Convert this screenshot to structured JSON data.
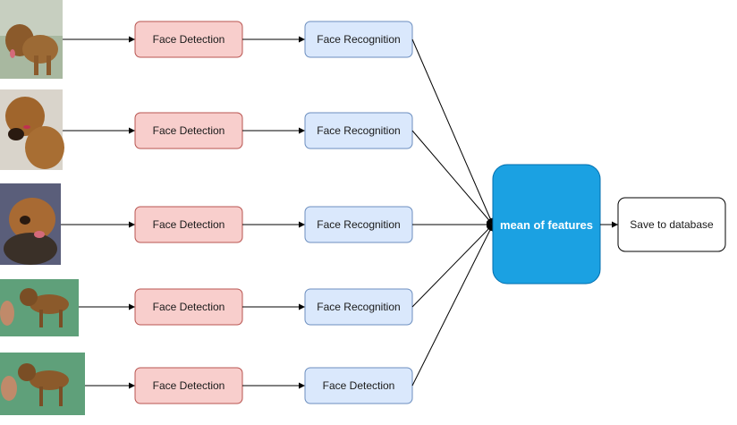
{
  "rows": [
    {
      "image": "dog-photo-1",
      "detect_label": "Face Detection",
      "second_label": "Face Recognition"
    },
    {
      "image": "dog-photo-2",
      "detect_label": "Face Detection",
      "second_label": "Face Recognition"
    },
    {
      "image": "dog-photo-3",
      "detect_label": "Face Detection",
      "second_label": "Face Recognition"
    },
    {
      "image": "dog-photo-4",
      "detect_label": "Face Detection",
      "second_label": "Face Recognition"
    },
    {
      "image": "dog-photo-5",
      "detect_label": "Face Detection",
      "second_label": "Face Detection"
    }
  ],
  "center": {
    "label": "mean of features"
  },
  "output": {
    "label": "Save to database"
  },
  "colors": {
    "detect_fill": "#f8cecc",
    "detect_stroke": "#b85450",
    "second_fill": "#dae8fc",
    "second_stroke": "#6c8ebf",
    "center_fill": "#1ba1e2",
    "center_stroke": "#006eaf",
    "output_fill": "#ffffff",
    "output_stroke": "#000000",
    "edge": "#000000"
  }
}
